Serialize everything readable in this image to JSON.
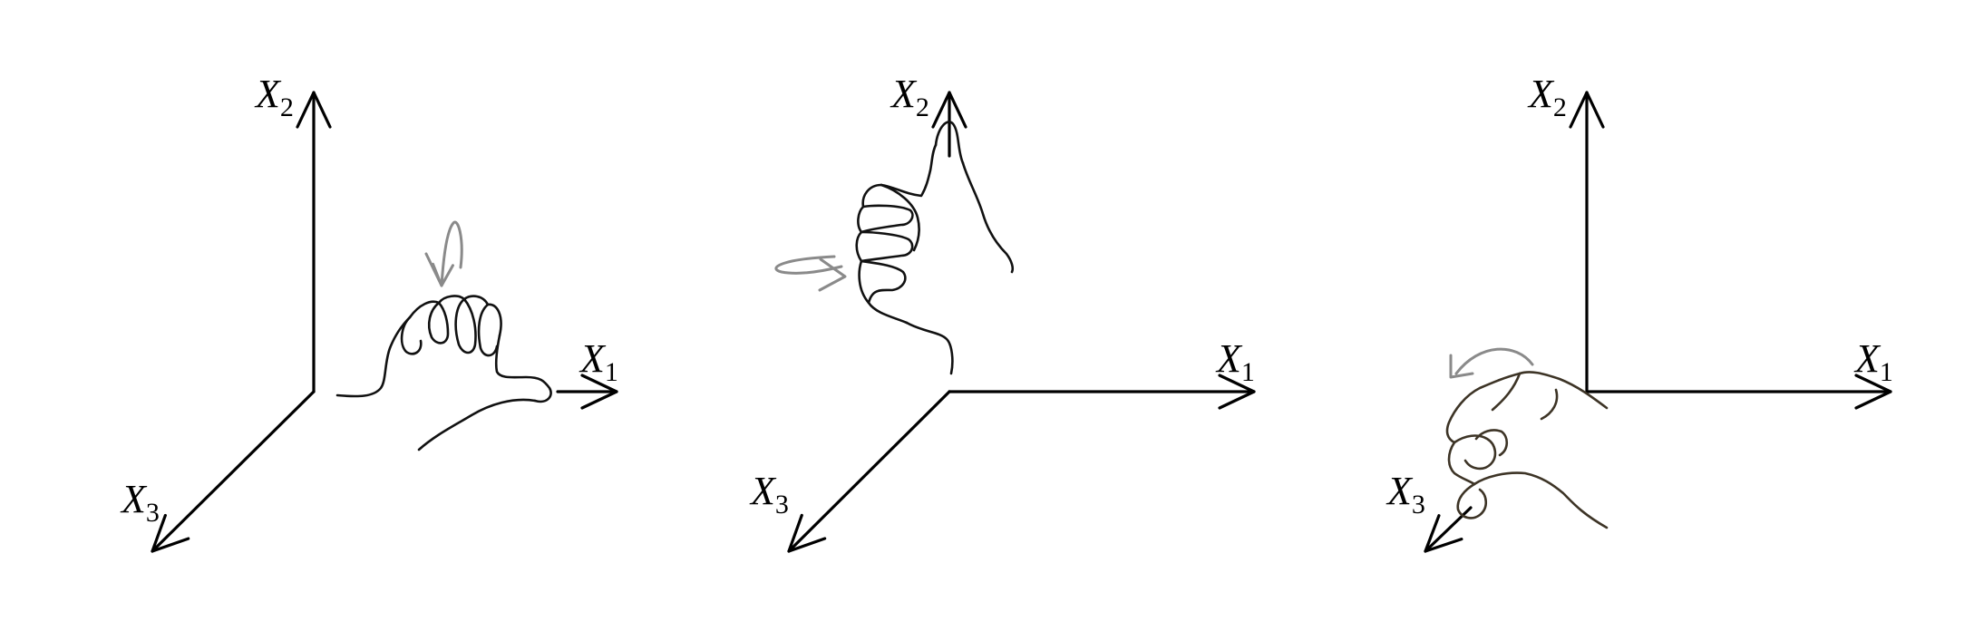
{
  "panels": [
    {
      "axes": {
        "x1": {
          "letter": "X",
          "sub": "1"
        },
        "x2": {
          "letter": "X",
          "sub": "2"
        },
        "x3": {
          "letter": "X",
          "sub": "3"
        }
      }
    },
    {
      "axes": {
        "x1": {
          "letter": "X",
          "sub": "1"
        },
        "x2": {
          "letter": "X",
          "sub": "2"
        },
        "x3": {
          "letter": "X",
          "sub": "3"
        }
      }
    },
    {
      "axes": {
        "x1": {
          "letter": "X",
          "sub": "1"
        },
        "x2": {
          "letter": "X",
          "sub": "2"
        },
        "x3": {
          "letter": "X",
          "sub": "3"
        }
      }
    }
  ],
  "colors": {
    "axis": "#000000",
    "hand": "#111111",
    "hand_third": "#3d3426",
    "rotation_arrow": "#8a8a8a"
  },
  "icons": [
    "rotation-arrow-icon",
    "hand-icon"
  ]
}
